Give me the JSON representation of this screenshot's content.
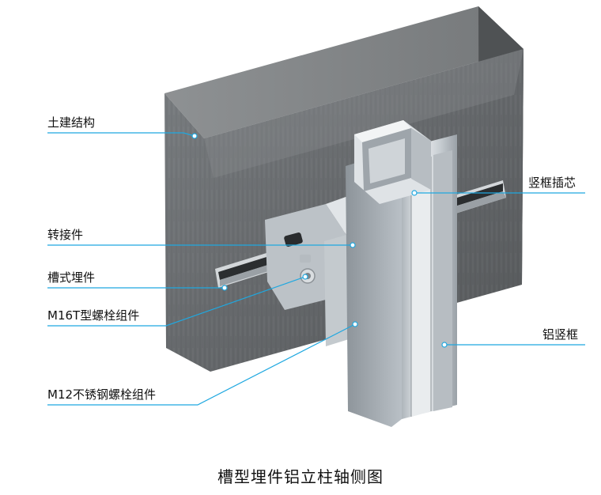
{
  "labels": {
    "civil_structure": "土建结构",
    "adapter": "转接件",
    "channel_embed": "槽式埋件",
    "t_bolt": "M16T型螺栓组件",
    "ss_bolt": "M12不锈钢螺栓组件",
    "mullion_insert": "竖框插芯",
    "aluminum_mullion": "铝竖框"
  },
  "caption": "槽型埋件铝立柱轴侧图",
  "colors": {
    "leader": "#1fa8e0",
    "concrete_front": "#6e7275",
    "concrete_top": "#8a8d8f",
    "concrete_side": "#4d5052",
    "aluminum": "#cfd5da"
  }
}
